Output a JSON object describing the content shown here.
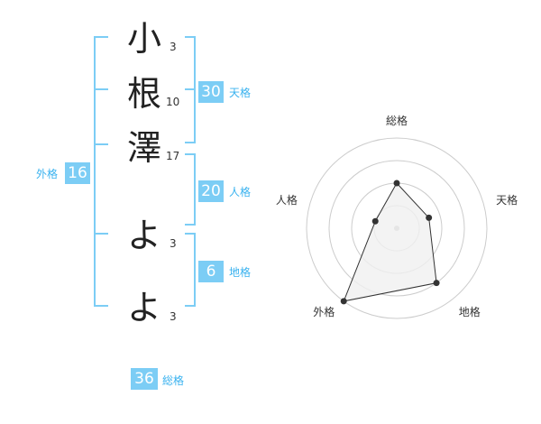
{
  "name": {
    "chars": [
      {
        "char": "小",
        "strokes": "3"
      },
      {
        "char": "根",
        "strokes": "10"
      },
      {
        "char": "澤",
        "strokes": "17"
      },
      {
        "char": "よ",
        "strokes": "3"
      },
      {
        "char": "よ",
        "strokes": "3"
      }
    ]
  },
  "kaku": {
    "tenkaku": {
      "value": "30",
      "label": "天格"
    },
    "jinkaku": {
      "value": "20",
      "label": "人格"
    },
    "chikaku": {
      "value": "6",
      "label": "地格"
    },
    "gaikaku": {
      "value": "16",
      "label": "外格"
    },
    "soukaku": {
      "value": "36",
      "label": "総格"
    }
  },
  "colors": {
    "accent": "#7ccdf5",
    "label": "#39b2ef",
    "grid": "#cccccc",
    "fill": "#f0f0f0"
  },
  "chart_data": {
    "type": "radar",
    "axes": [
      "総格",
      "天格",
      "地格",
      "外格",
      "人格"
    ],
    "levels": 4,
    "max": 4,
    "values": [
      2,
      1.5,
      3,
      4,
      1
    ]
  }
}
